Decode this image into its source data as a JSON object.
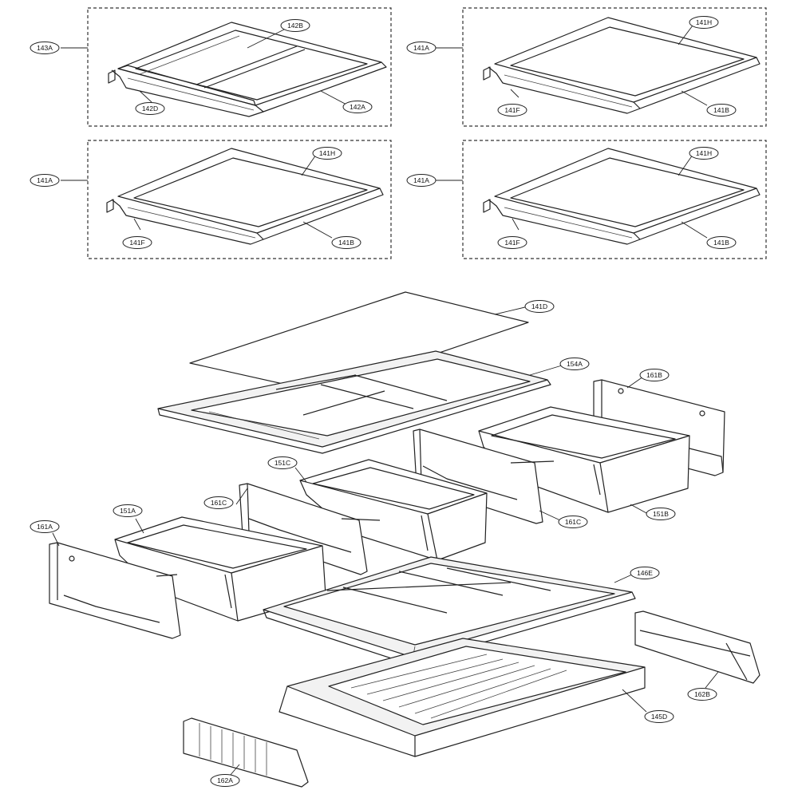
{
  "callouts": {
    "c143A": "143A",
    "c142B": "142B",
    "c142D": "142D",
    "c142A": "142A",
    "c141A_1": "141A",
    "c141H_1": "141H",
    "c141F_1": "141F",
    "c141B_1": "141B",
    "c141A_2": "141A",
    "c141H_2": "141H",
    "c141F_2": "141F",
    "c141B_2": "141B",
    "c141A_3": "141A",
    "c141H_3": "141H",
    "c141F_3": "141F",
    "c141B_3": "141B",
    "c141D": "141D",
    "c154A": "154A",
    "c161B": "161B",
    "c151C": "151C",
    "c161C_1": "161C",
    "c151A": "151A",
    "c161C_2": "161C",
    "c151B": "151B",
    "c161A": "161A",
    "c146E": "146E",
    "c162B": "162B",
    "c145D": "145D",
    "c162A": "162A"
  }
}
